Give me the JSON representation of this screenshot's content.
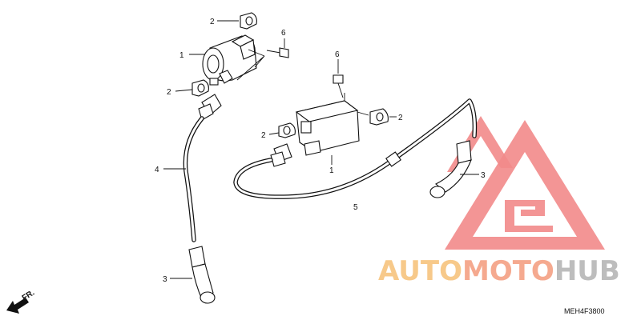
{
  "diagram": {
    "callouts": [
      "1",
      "2",
      "3",
      "4",
      "5",
      "6"
    ],
    "direction_label": "FR.",
    "diagram_code": "MEH4F3800"
  },
  "watermark": {
    "brand_part1": "AUTO",
    "brand_part2": "MOTO",
    "brand_part3": "HUB",
    "colors": {
      "triangle": "#f28a8a",
      "auto": "#f7c98a",
      "moto": "#f5a98f",
      "hub": "#bdbdbd"
    }
  }
}
